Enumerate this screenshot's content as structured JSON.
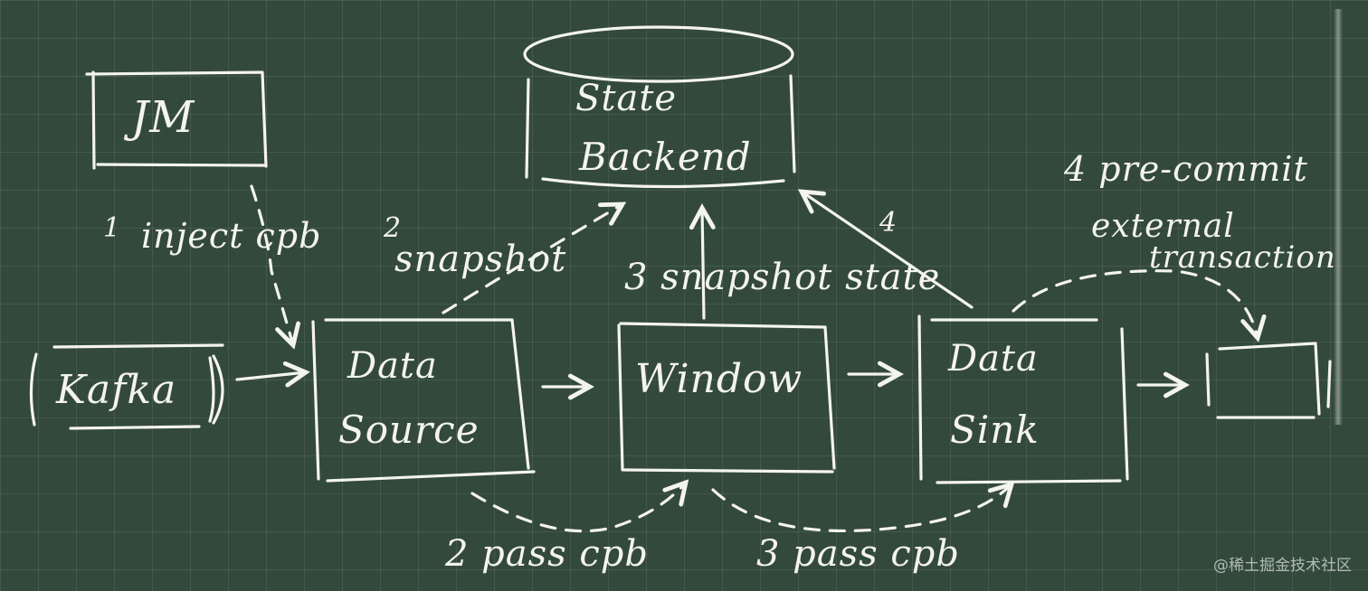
{
  "nodes": {
    "jm": "JM",
    "kafka": "Kafka",
    "state_line1": "State",
    "state_line2": "Backend",
    "source_line1": "Data",
    "source_line2": "Source",
    "window": "Window",
    "sink_line1": "Data",
    "sink_line2": "Sink"
  },
  "labels": {
    "inject_num": "1",
    "inject": "inject cpb",
    "snap_source_num": "2",
    "snap_source": "snapshot",
    "snap_window": "3 snapshot state",
    "snap_sink_num": "4",
    "precommit_line1": "4 pre-commit",
    "precommit_line2": "external",
    "precommit_line3": "transaction",
    "pass_cpb_2": "2 pass cpb",
    "pass_cpb_3": "3 pass cpb"
  },
  "watermark": "@稀土掘金技术社区"
}
